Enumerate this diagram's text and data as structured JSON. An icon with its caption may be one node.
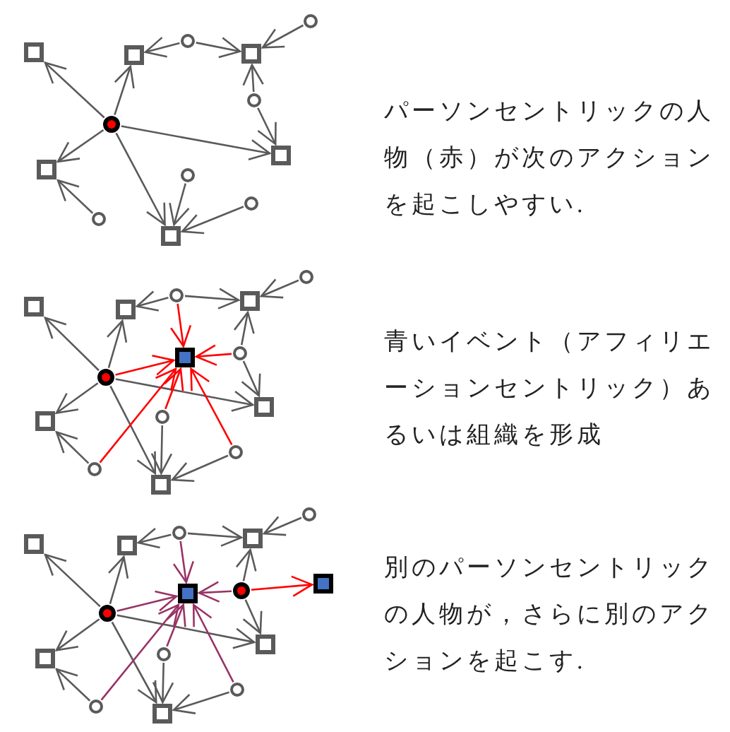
{
  "diagram": {
    "nodes": [
      {
        "text": [],
        "shape": "box"
      },
      {
        "text": [],
        "shape": "box"
      },
      {
        "text": [],
        "shape": "circle"
      },
      {
        "text": [],
        "shape": "box"
      },
      {
        "text": [],
        "shape": "circle"
      },
      {
        "text": [],
        "shape": "circle"
      },
      {
        "text": [],
        "shape": "circle"
      },
      {
        "text": [],
        "shape": "box"
      },
      {
        "text": [],
        "shape": "box"
      },
      {
        "text": [],
        "shape": "circle"
      },
      {
        "text": [],
        "shape": "circle"
      },
      {
        "text": [],
        "shape": "circle"
      },
      {
        "text": [],
        "shape": "box"
      },
      {
        "text": [],
        "shape": "box"
      },
      {
        "text": [],
        "shape": "box"
      },
      {
        "text": [],
        "shape": "circle"
      },
      {
        "text": [],
        "shape": "box"
      },
      {
        "text": [],
        "shape": "circle"
      },
      {
        "text": [],
        "shape": "box"
      },
      {
        "text": [],
        "shape": "circle"
      },
      {
        "text": [],
        "shape": "circle"
      },
      {
        "text": [],
        "shape": "box"
      },
      {
        "text": [],
        "shape": "box"
      },
      {
        "text": [],
        "shape": "circle"
      },
      {
        "text": [],
        "shape": "circle"
      },
      {
        "text": [],
        "shape": "circle"
      },
      {
        "text": [],
        "shape": "box"
      },
      {
        "text": [],
        "shape": "box"
      },
      {
        "text": [],
        "shape": "box"
      },
      {
        "text": [],
        "shape": "circle"
      },
      {
        "text": [],
        "shape": "box"
      },
      {
        "text": [],
        "shape": "circle"
      },
      {
        "text": [],
        "shape": "box"
      },
      {
        "text": [],
        "shape": "circle"
      },
      {
        "text": [],
        "shape": "box"
      },
      {
        "text": [],
        "shape": "circle"
      },
      {
        "text": [],
        "shape": "box"
      },
      {
        "text": [],
        "shape": "box"
      },
      {
        "text": [],
        "shape": "circle"
      },
      {
        "text": [],
        "shape": "circle"
      },
      {
        "text": [],
        "shape": "circle"
      },
      {
        "text": [],
        "shape": "box"
      }
    ],
    "edges": [
      {
        "from": 6,
        "to": 0,
        "arrow": "to"
      },
      {
        "from": 6,
        "to": 1,
        "arrow": "to"
      },
      {
        "from": 6,
        "to": 8,
        "arrow": "to"
      },
      {
        "from": 6,
        "to": 7,
        "arrow": "to"
      },
      {
        "from": 6,
        "to": 12,
        "arrow": "to"
      },
      {
        "from": 2,
        "to": 1,
        "arrow": "to"
      },
      {
        "from": 2,
        "to": 3,
        "arrow": "to"
      },
      {
        "from": 4,
        "to": 3,
        "arrow": "to"
      },
      {
        "from": 5,
        "to": 3,
        "arrow": "to"
      },
      {
        "from": 5,
        "to": 7,
        "arrow": "to"
      },
      {
        "from": 10,
        "to": 8,
        "arrow": "to"
      },
      {
        "from": 9,
        "to": 12,
        "arrow": "to"
      },
      {
        "from": 11,
        "to": 12,
        "arrow": "to"
      },
      {
        "from": 20,
        "to": 13,
        "arrow": "to"
      },
      {
        "from": 20,
        "to": 14,
        "arrow": "to"
      },
      {
        "from": 20,
        "to": 22,
        "arrow": "to"
      },
      {
        "from": 20,
        "to": 21,
        "arrow": "to"
      },
      {
        "from": 20,
        "to": 26,
        "arrow": "to"
      },
      {
        "from": 15,
        "to": 14,
        "arrow": "to"
      },
      {
        "from": 15,
        "to": 16,
        "arrow": "to"
      },
      {
        "from": 17,
        "to": 16,
        "arrow": "to"
      },
      {
        "from": 19,
        "to": 16,
        "arrow": "to"
      },
      {
        "from": 19,
        "to": 21,
        "arrow": "to"
      },
      {
        "from": 24,
        "to": 22,
        "arrow": "to"
      },
      {
        "from": 23,
        "to": 26,
        "arrow": "to"
      },
      {
        "from": 25,
        "to": 26,
        "arrow": "to"
      },
      {
        "from": 20,
        "to": 18,
        "arrow": "to",
        "color": "#ff0000"
      },
      {
        "from": 15,
        "to": 18,
        "arrow": "to",
        "color": "#ff0000"
      },
      {
        "from": 19,
        "to": 18,
        "arrow": "to",
        "color": "#ff0000"
      },
      {
        "from": 24,
        "to": 18,
        "arrow": "to",
        "color": "#ff0000"
      },
      {
        "from": 23,
        "to": 18,
        "arrow": "to",
        "color": "#ff0000"
      },
      {
        "from": 25,
        "to": 18,
        "arrow": "to",
        "color": "#ff0000"
      },
      {
        "from": 35,
        "to": 27,
        "arrow": "to"
      },
      {
        "from": 35,
        "to": 28,
        "arrow": "to"
      },
      {
        "from": 35,
        "to": 37,
        "arrow": "to"
      },
      {
        "from": 35,
        "to": 36,
        "arrow": "to"
      },
      {
        "from": 35,
        "to": 41,
        "arrow": "to"
      },
      {
        "from": 29,
        "to": 28,
        "arrow": "to"
      },
      {
        "from": 29,
        "to": 30,
        "arrow": "to"
      },
      {
        "from": 31,
        "to": 30,
        "arrow": "to"
      },
      {
        "from": 33,
        "to": 30,
        "arrow": "to"
      },
      {
        "from": 33,
        "to": 36,
        "arrow": "to"
      },
      {
        "from": 39,
        "to": 37,
        "arrow": "to"
      },
      {
        "from": 38,
        "to": 41,
        "arrow": "to"
      },
      {
        "from": 40,
        "to": 41,
        "arrow": "to"
      },
      {
        "from": 35,
        "to": 32,
        "arrow": "to",
        "color": "#993366"
      },
      {
        "from": 29,
        "to": 32,
        "arrow": "to",
        "color": "#993366"
      },
      {
        "from": 33,
        "to": 32,
        "arrow": "to",
        "color": "#993366"
      },
      {
        "from": 39,
        "to": 32,
        "arrow": "to",
        "color": "#993366"
      },
      {
        "from": 38,
        "to": 32,
        "arrow": "to",
        "color": "#993366"
      },
      {
        "from": 40,
        "to": 32,
        "arrow": "to",
        "color": "#993366"
      },
      {
        "from": 33,
        "to": 34,
        "arrow": "to",
        "color": "#ff0000"
      }
    ],
    "labels": [
      "パーソンセントリックの人物（赤）が次のアクションを起こしやすい.",
      "青いイベント（アフィリエーションセントリック）あるいは組織を形成",
      "別のパーソンセントリックの人物が，さらに別のアクションを起こす."
    ]
  }
}
